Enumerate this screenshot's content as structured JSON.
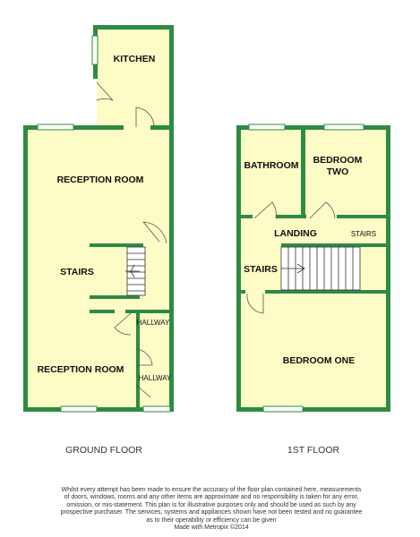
{
  "ground_floor": {
    "caption": "GROUND FLOOR",
    "rooms": {
      "kitchen": "KITCHEN",
      "reception_top": "RECEPTION ROOM",
      "stairs": "STAIRS",
      "hallway_upper": "HALLWAY",
      "reception_bottom": "RECEPTION ROOM",
      "hallway_lower": "HALLWAY"
    }
  },
  "first_floor": {
    "caption": "1ST FLOOR",
    "rooms": {
      "bathroom": "BATHROOM",
      "bedroom_two_line1": "BEDROOM",
      "bedroom_two_line2": "TWO",
      "landing": "LANDING",
      "stairs_right": "STAIRS",
      "stairs_left": "STAIRS",
      "bedroom_one": "BEDROOM ONE"
    }
  },
  "disclaimer": {
    "lines": [
      "Whilst every attempt has been made to ensure the accuracy of the floor plan contained here, measurements",
      "of doors, windows, rooms and any other items are approximate and no responsibility is taken for any error,",
      "omission, or mis-statement. This plan is for illustrative purposes only and should be used as such by any",
      "prospective purchaser. The services, systems and appliances shown have not been tested and no guarantee",
      "as to their operability or efficiency can be given",
      "Made with Metropix ©2014"
    ]
  },
  "colors": {
    "wall": "#2e8b43",
    "room_fill": "#fdfbc6"
  }
}
